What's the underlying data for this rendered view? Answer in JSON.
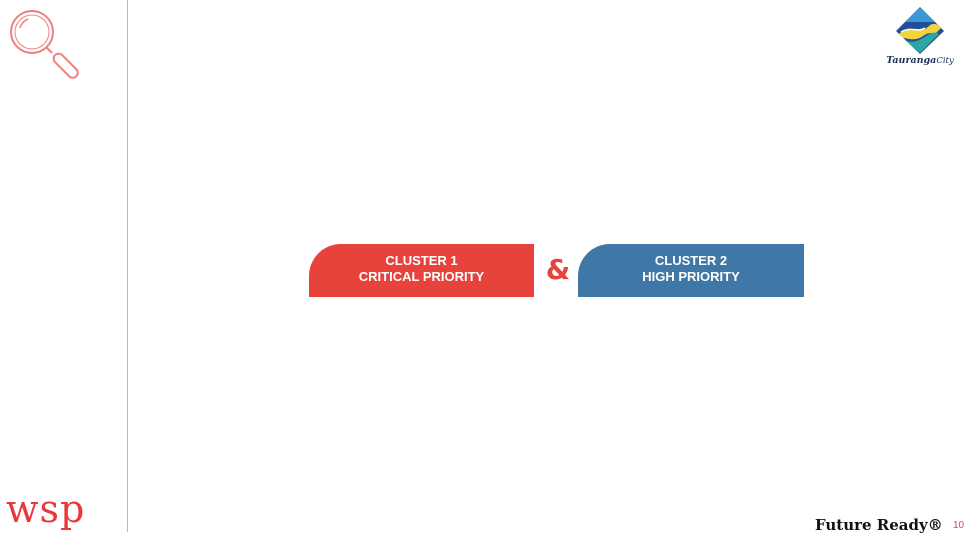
{
  "logos": {
    "tauranga_bold": "Tauranga",
    "tauranga_rest": "City",
    "wsp": "wsp"
  },
  "clusters": [
    {
      "line1": "CLUSTER 1",
      "line2": "CRITICAL PRIORITY",
      "color": "#e8423d"
    },
    {
      "line1": "CLUSTER 2",
      "line2": "HIGH PRIORITY",
      "color": "#3f78a6"
    }
  ],
  "connector": "&",
  "footer": {
    "tagline": "Future Ready®",
    "page_number": "10"
  },
  "colors": {
    "accent_red": "#e8423d",
    "accent_blue": "#3f78a6",
    "divider": "#f3a3a3"
  }
}
